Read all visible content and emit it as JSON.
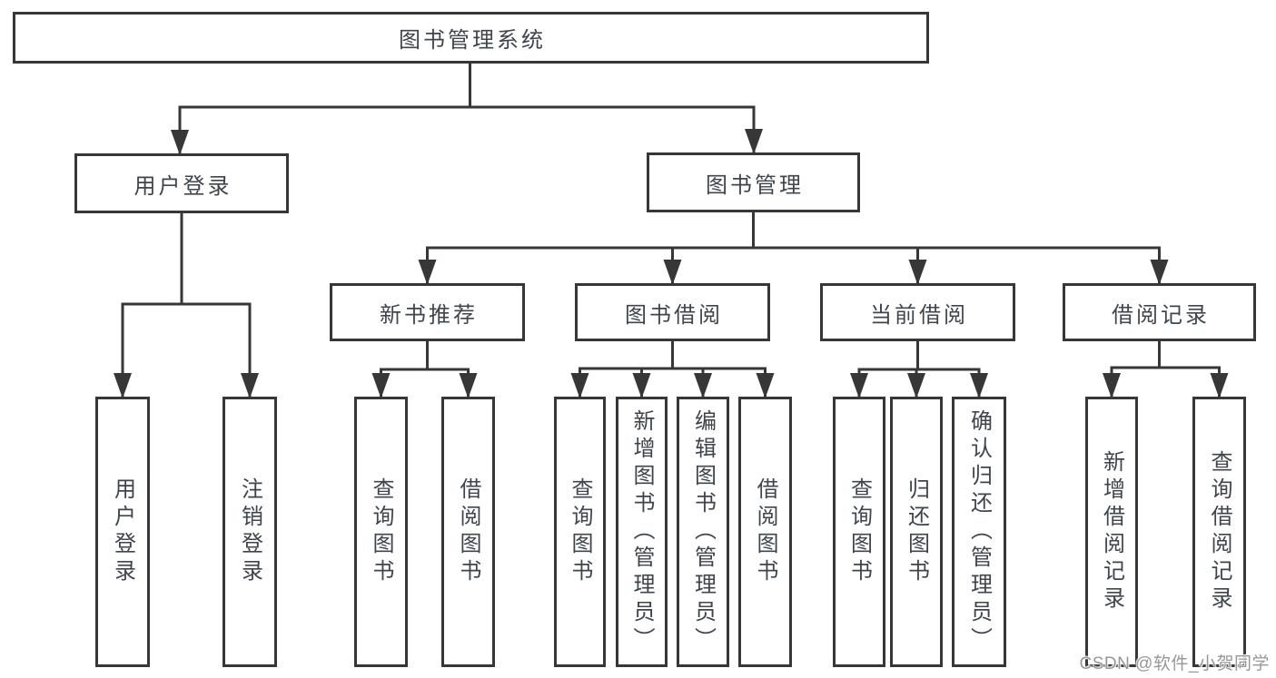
{
  "diagram_title": "图书管理系统",
  "nodes": {
    "root": "图书管理系统",
    "user_login": "用户登录",
    "book_management": "图书管理",
    "new_book_recommend": "新书推荐",
    "book_borrow": "图书借阅",
    "current_borrow": "当前借阅",
    "borrow_records": "借阅记录",
    "leaf_user_login": "用户登录",
    "leaf_logout": "注销登录",
    "leaf_query_book_rec": "查询图书",
    "leaf_borrow_book_rec": "借阅图书",
    "leaf_query_book_borrow": "查询图书",
    "leaf_add_book_admin": "新增图书（管理员）",
    "leaf_edit_book_admin": "编辑图书（管理员）",
    "leaf_borrow_book_borrow": "借阅图书",
    "leaf_query_book_current": "查询图书",
    "leaf_return_book": "归还图书",
    "leaf_confirm_return_admin": "确认归还（管理员）",
    "leaf_add_borrow_record": "新增借阅记录",
    "leaf_query_borrow_record": "查询借阅记录"
  },
  "watermark": "CSDN @软件_小贺同学",
  "colors": {
    "line": "#373737",
    "box_border": "#373737",
    "text": "#3f454c",
    "watermark": "#979797",
    "background": "#ffffff"
  }
}
